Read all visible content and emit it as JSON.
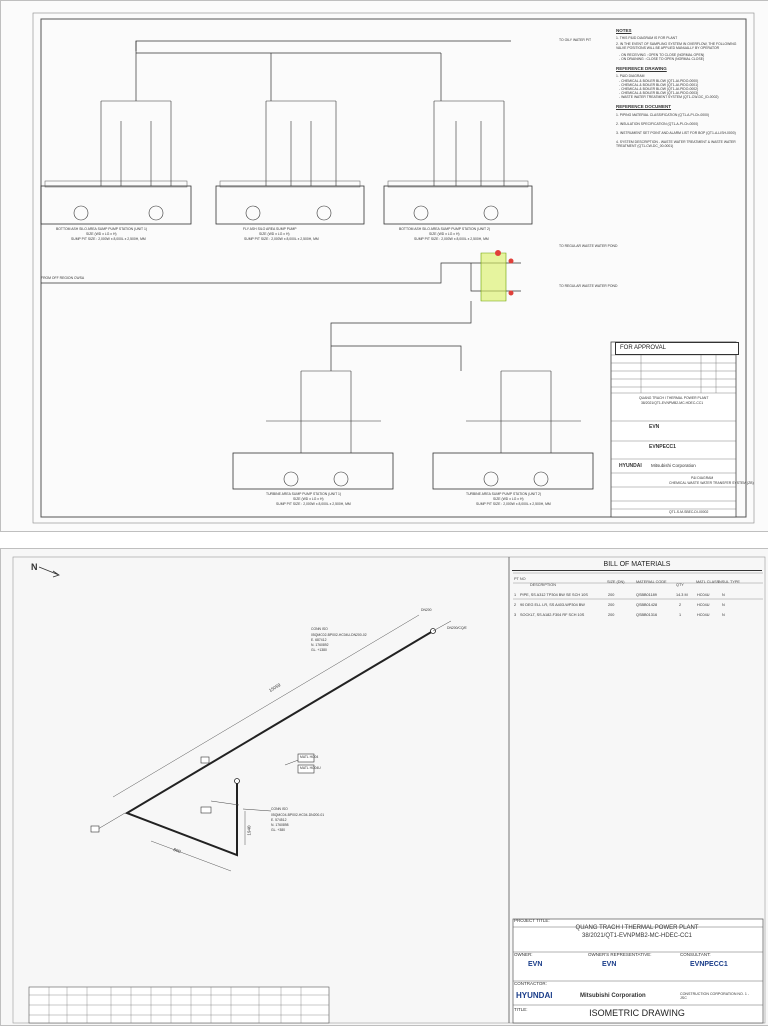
{
  "sheet1": {
    "notes": {
      "heading": "NOTES",
      "items": [
        "1. THIS P&ID DIAGRAM IS FOR PLANT",
        "2. IN THE EVENT OF SAMPLING SYSTEM IN OVERFLOW, THE FOLLOWING VALVE POSITIONS WILL BE APPLIED MANUALLY BY OPERATOR",
        "- ON RECEIVING : OPEN TO CLOSE (NORMAL OPEN)",
        "- ON DRAINING : CLOSE TO OPEN (NORMAL CLOSE)"
      ]
    },
    "ref_drawing": {
      "heading": "REFERENCE DRAWING",
      "items": [
        "1. P&ID DIAGRAM",
        "- CHEMICAL & BOILER BLOW (QT1-AI-PIDO-0000)",
        "- CHEMICAL & BOILER BLOW (QT1-AI-PIDO-0001)",
        "- CHEMICAL & BOILER BLOW (QT1-AI-PIDO-0002)",
        "- CHEMICAL & BOILER BLOW (QT1-AI-PIDO-0003)",
        "- WASTE WATER TREATMENT SYSTEM (QT1-CW-DC_ID-0002)"
      ]
    },
    "ref_document": {
      "heading": "REFERENCE DOCUMENT",
      "items": [
        "1. PIPING MATERIAL CLASSIFICATION (QT1-A-PI-Ch-0000)",
        "2. INSULATION SPECIFICATION (QT1-A-PI-Ch-0000)",
        "3. INSTRUMENT SET POINT AND ALARM LIST FOR BOP (QT1-A-LISH-0000)",
        "4. SYSTEM DESCRIPTION - WASTE WATER TREATMENT & WASTE WATER TREATMENT (QT1-CW-DC_00-0001)"
      ]
    },
    "sumps": [
      {
        "title": "BOTTOM ASH SILO AREA SUMP PUMP STATION (UNIT 1)",
        "sub": "SIZE (WD x LG x H)",
        "dims": "SUMP PIT SIZE : 2,000W x 8,000L x 2,500H, MM"
      },
      {
        "title": "FLY ASH SILO AREA SUMP PUMP",
        "sub": "SIZE (WD x LG x H)",
        "dims": "SUMP PIT SIZE : 2,000W x 8,000L x 2,500H, MM"
      },
      {
        "title": "BOTTOM ASH SILO AREA SUMP PUMP STATION (UNIT 2)",
        "sub": "SIZE (WD x LG x H)",
        "dims": "SUMP PIT SIZE : 2,000W x 8,000L x 2,500H, MM"
      },
      {
        "title": "TURBINE AREA SUMP PUMP STATION (UNIT 1)",
        "sub": "SIZE (WD x LG x H)",
        "dims": "SUMP PIT SIZE : 2,000W x 8,000L x 2,500H, MM"
      },
      {
        "title": "TURBINE AREA SUMP PUMP STATION (UNIT 2)",
        "sub": "SIZE (WD x LG x H)",
        "dims": "SUMP PIT SIZE : 2,000W x 8,000L x 2,500H, MM"
      }
    ],
    "flow_labels": [
      "TO OILY WATER PIT",
      "TO REGULAR WASTE WATER POND",
      "TO REGULAR WASTE WATER POND",
      "FROM OFF REGION CWSA"
    ],
    "for_approval": "FOR APPROVAL",
    "titleblock": {
      "project": "QUANG TRACH I THERMAL POWER PLANT",
      "project_no": "38/2021/QT1-EVNPMB2-MC-HDEC-CC1",
      "owner_brand": "EVN",
      "consultant_brand": "EVNPECC1",
      "contractor_brand_1": "HYUNDAI",
      "contractor_brand_2": "Mitsubishi Corporation",
      "drawing_type": "P&I DIAGRAM",
      "drawing_title": "CHEMICAL WASTE WATER TRANSFER SYSTEM (ZB)",
      "drawing_no": "QT1-S-M-SBEC-DI-00002"
    }
  },
  "sheet2": {
    "north": "N",
    "bom": {
      "title": "BILL OF MATERIALS",
      "headers": [
        "PT NO",
        "DESCRIPTION",
        "SIZE (DN)",
        "MATERIAL CODE",
        "QTY",
        "MATL CLASS",
        "INSUL TYPE"
      ],
      "rows": [
        {
          "pt": "1",
          "desc": "PIPE, SS A312 TP304 BW SE SCH 10S",
          "size": "200",
          "code": "QSBB01189",
          "qty": "14.3 M",
          "cls": "HC04U",
          "ins": "N"
        },
        {
          "pt": "2",
          "desc": "90 DEG ELL LR, SS A403-WP304 BW",
          "size": "200",
          "code": "QSBB01428",
          "qty": "2",
          "cls": "HC04U",
          "ins": "N"
        },
        {
          "pt": "3",
          "desc": "SOCKLT, SS A182-F304 RF SCH 10S",
          "size": "200",
          "code": "QSBB01316",
          "qty": "1",
          "cls": "HC04U",
          "ins": "N"
        }
      ]
    },
    "iso_labels": [
      "CONN ISO",
      "DN200",
      "DN200/CQ/E",
      "MATL HC04",
      "MATL HC04U",
      "CONN ISO",
      "15059",
      "800",
      "1940"
    ],
    "conn_notes": [
      "05QMC02-BP002-HC04U-DN200-02",
      "E. 687412",
      "N. 1760892",
      "GL. +1380",
      "05QMC04-BP002-HC04-DN200-01",
      "E. 574512",
      "N. 1760898",
      "GL. +380"
    ],
    "title_block": {
      "project_title_lbl": "PROJECT TITLE:",
      "project": "QUANG TRACH I THERMAL POWER PLANT",
      "project_no": "38/2021/QT1-EVNPMB2-MC-HDEC-CC1",
      "owner_lbl": "OWNER:",
      "owner_rep_lbl": "OWNER'S REPRESENTATIVE:",
      "consultant_lbl": "CONSULTANT:",
      "owner_brand": "EVN",
      "owner_rep_brand": "EVN",
      "consultant_brand": "EVNPECC1",
      "contractor_lbl": "CONTRACTOR:",
      "contractor_1": "HYUNDAI",
      "contractor_2": "Mitsubishi Corporation",
      "contractor_3": "CONSTRUCTION CORPORATION NO. 1 - JSC",
      "title_lbl": "TITLE:",
      "title": "ISOMETRIC DRAWING"
    }
  }
}
